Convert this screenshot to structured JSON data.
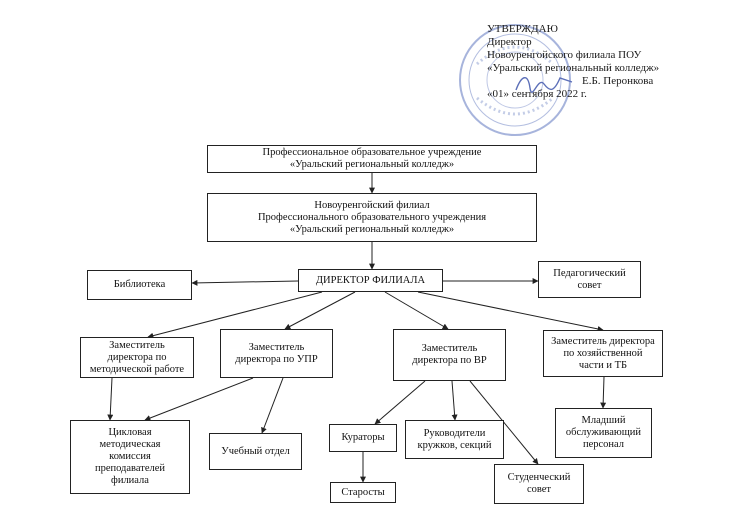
{
  "approval": {
    "line1": "УТВЕРЖДАЮ",
    "line2": "Директор",
    "line3": "Новоуренгойского филиала ПОУ",
    "line4": "«Уральский региональный колледж»",
    "line5": "Е.Б. Перонкова",
    "line6": "«01» сентября 2022 г."
  },
  "colors": {
    "stamp": "#8a9bd0",
    "signature": "#5c6fb8",
    "line": "#222222"
  },
  "boxes": {
    "institution": {
      "l1": "Профессиональное образовательное учреждение",
      "l2": "«Уральский региональный колледж»"
    },
    "branch": {
      "l1": "Новоуренгойский филиал",
      "l2": "Профессионального образовательного учреждения",
      "l3": "«Уральский региональный колледж»"
    },
    "director": {
      "l1": "ДИРЕКТОР ФИЛИАЛА"
    },
    "library": {
      "l1": "Библиотека"
    },
    "ped_council": {
      "l1": "Педагогический",
      "l2": "совет"
    },
    "dep_methodical": {
      "l1": "Заместитель",
      "l2": "директора по",
      "l3": "методической работе"
    },
    "dep_upr": {
      "l1": "Заместитель",
      "l2": "директора по УПР"
    },
    "dep_vr": {
      "l1": "Заместитель",
      "l2": "директора по ВР"
    },
    "dep_economic": {
      "l1": "Заместитель директора",
      "l2": "по хозяйственной",
      "l3": "части и ТБ"
    },
    "cycle_commission": {
      "l1": "Цикловая",
      "l2": "методическая",
      "l3": "комиссия",
      "l4": "преподавателей",
      "l5": "филиала"
    },
    "study_dept": {
      "l1": "Учебный отдел"
    },
    "curators": {
      "l1": "Кураторы"
    },
    "circle_leaders": {
      "l1": "Руководители",
      "l2": "кружков, секций"
    },
    "junior_staff": {
      "l1": "Младший",
      "l2": "обслуживающий",
      "l3": "персонал"
    },
    "heads": {
      "l1": "Старосты"
    },
    "student_council": {
      "l1": "Студенческий",
      "l2": "совет"
    }
  }
}
